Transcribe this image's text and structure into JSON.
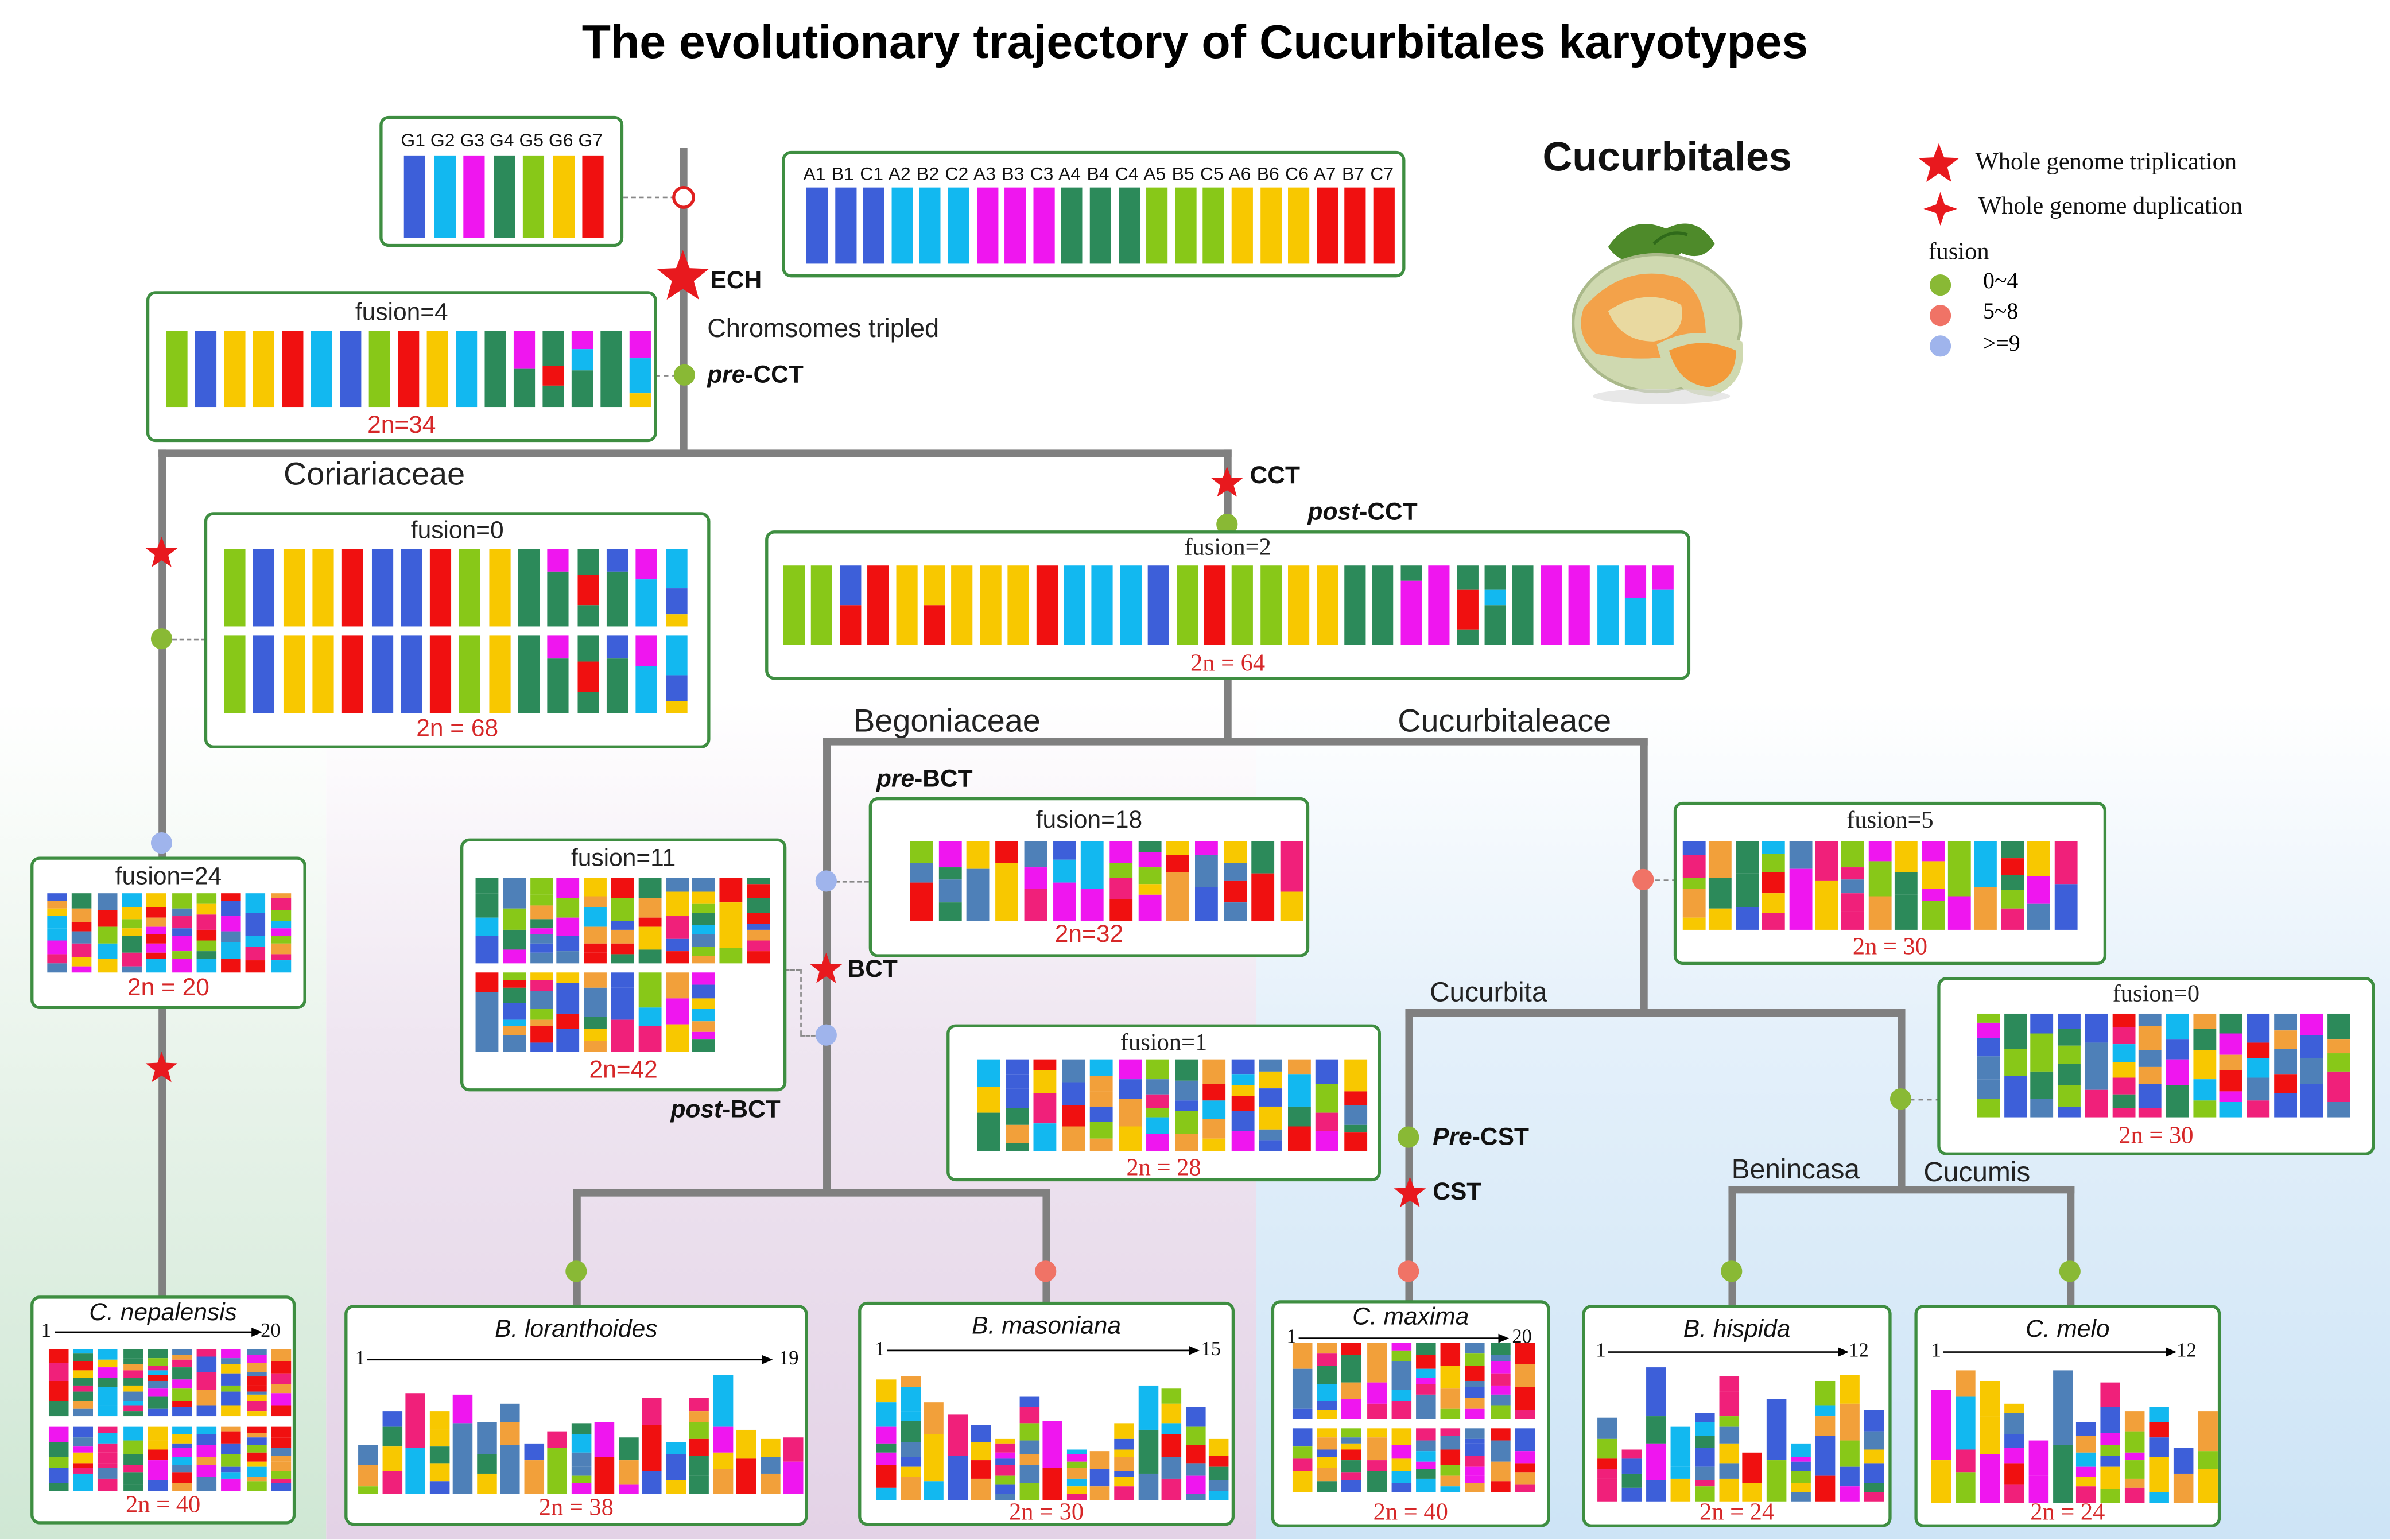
{
  "title": "The evolutionary trajectory of Cucurbitales karyotypes",
  "colors": {
    "blue": "#3d5fd9",
    "cyan": "#12b8f0",
    "magenta": "#ef16ef",
    "green": "#2c8a5a",
    "lime": "#88c818",
    "yellow": "#f8c800",
    "red": "#f01010",
    "orange": "#f2a03a",
    "pink": "#f0207a",
    "steel": "#4e80b8",
    "node_green": "#89b935",
    "node_red": "#f07366",
    "node_blue": "#9fb4ec",
    "star": "#e8191e",
    "box_border": "#3e8e41",
    "branch": "#808080"
  },
  "ancestor": {
    "labels": [
      "G1",
      "G2",
      "G3",
      "G4",
      "G5",
      "G6",
      "G7"
    ]
  },
  "triplicated": {
    "labels": [
      "A1",
      "B1",
      "C1",
      "A2",
      "B2",
      "C2",
      "A3",
      "B3",
      "C3",
      "A4",
      "B4",
      "C4",
      "A5",
      "B5",
      "C5",
      "A6",
      "B6",
      "C6",
      "A7",
      "B7",
      "C7"
    ]
  },
  "legend": {
    "group_name": "Cucurbitales",
    "wgt": "Whole genome triplication",
    "wgd": "Whole genome duplication",
    "fusion_title": "fusion",
    "items": [
      "0~4",
      "5~8",
      ">=9"
    ],
    "fruit_icon": "melon-image"
  },
  "events": {
    "ech": "ECH",
    "ech_note": "Chromsomes tripled",
    "pre_cct_italic": "pre",
    "pre_cct_rest": "-CCT",
    "cct": "CCT",
    "post_cct_italic": "post",
    "post_cct_rest": "-CCT",
    "pre_bct_italic": "pre",
    "pre_bct_rest": "-BCT",
    "bct": "BCT",
    "post_bct_italic": "post",
    "post_bct_rest": "-BCT",
    "pre_cst_italic": "Pre",
    "pre_cst_rest": "-CST",
    "cst": "CST"
  },
  "clades": {
    "coriariaceae": "Coriariaceae",
    "begoniaceae": "Begoniaceae",
    "cucurbitaleace": "Cucurbitaleace",
    "cucurbita": "Cucurbita",
    "benincasa": "Benincasa",
    "cucumis": "Cucumis"
  },
  "boxes": {
    "pre_cct": {
      "fusion": "fusion=4",
      "count": "2n=34"
    },
    "cor_anc": {
      "fusion": "fusion=0",
      "count": "2n = 68"
    },
    "post_cct": {
      "fusion": "fusion=2",
      "count": "2n = 64"
    },
    "cor_mid": {
      "fusion": "fusion=24",
      "count": "2n = 20"
    },
    "bego_post": {
      "fusion": "fusion=11",
      "count": "2n=42"
    },
    "bego_pre": {
      "fusion": "fusion=18",
      "count": "2n=32"
    },
    "cucu_anc": {
      "fusion": "fusion=5",
      "count": "2n = 30"
    },
    "cucurbita_anc": {
      "fusion": "fusion=1",
      "count": "2n = 28"
    },
    "cucumis_anc": {
      "fusion": "fusion=0",
      "count": "2n = 30"
    }
  },
  "species": [
    {
      "name": "C. nepalensis",
      "start": "1",
      "end": "20",
      "count": "2n = 40"
    },
    {
      "name": "B. loranthoides",
      "start": "1",
      "end": "19",
      "count": "2n = 38"
    },
    {
      "name": "B. masoniana",
      "start": "1",
      "end": "15",
      "count": "2n = 30"
    },
    {
      "name": "C. maxima",
      "start": "1",
      "end": "20",
      "count": "2n = 40"
    },
    {
      "name": "B. hispida",
      "start": "1",
      "end": "12",
      "count": "2n = 24"
    },
    {
      "name": "C. melo",
      "start": "1",
      "end": "12",
      "count": "2n = 24"
    }
  ]
}
